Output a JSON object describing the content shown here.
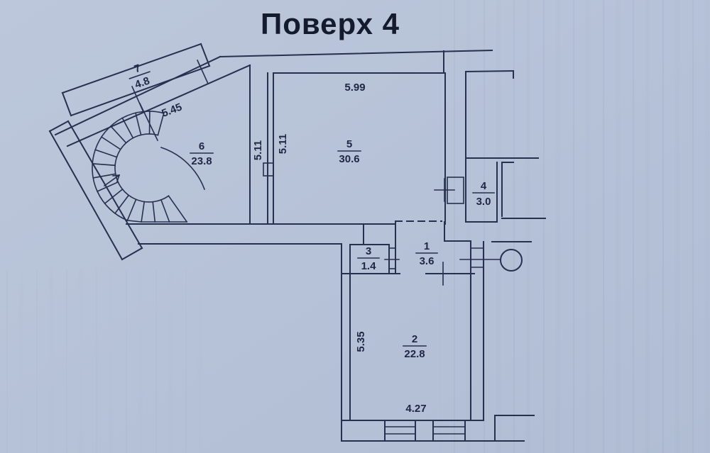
{
  "title": "Поверх 4",
  "rooms": {
    "r7": {
      "number": "7",
      "area": "4.8"
    },
    "r6": {
      "number": "6",
      "area": "23.8"
    },
    "r5": {
      "number": "5",
      "area": "30.6"
    },
    "r4": {
      "number": "4",
      "area": "3.0"
    },
    "r3": {
      "number": "3",
      "area": "1.4"
    },
    "r1": {
      "number": "1",
      "area": "3.6"
    },
    "r2": {
      "number": "2",
      "area": "22.8"
    }
  },
  "dimensions": {
    "balcony_width": "5.45",
    "room5_top": "5.99",
    "room6_height": "5.11",
    "room5_height": "5.11",
    "room2_height": "5.35",
    "room2_width": "4.27"
  },
  "colors": {
    "background": "#b7c3d8",
    "line": "#26304f",
    "text": "#1e2743"
  }
}
